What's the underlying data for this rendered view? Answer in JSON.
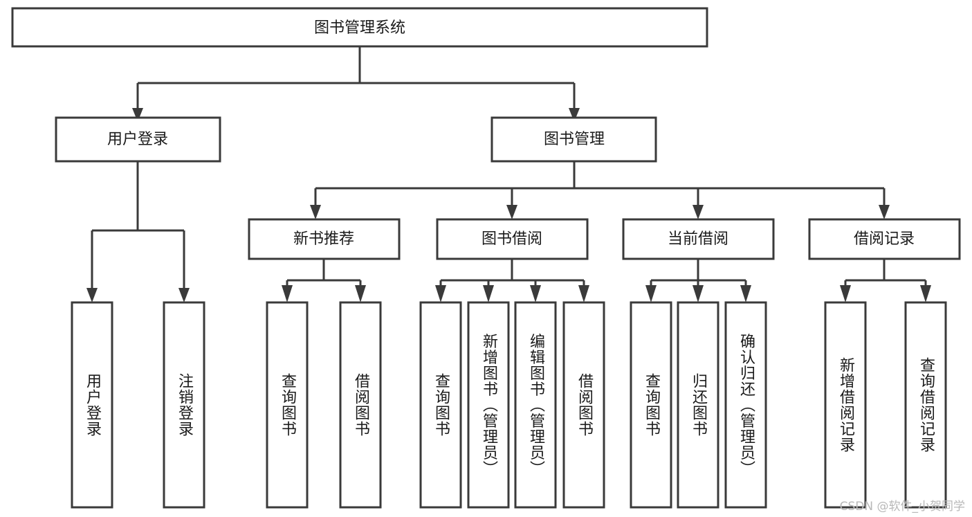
{
  "diagram": {
    "title_node": {
      "label": "图书管理系统"
    },
    "level2": [
      {
        "label": "用户登录"
      },
      {
        "label": "图书管理"
      }
    ],
    "level3": [
      {
        "label": "新书推荐"
      },
      {
        "label": "图书借阅"
      },
      {
        "label": "当前借阅"
      },
      {
        "label": "借阅记录"
      }
    ],
    "leaves": {
      "user_login": [
        {
          "label": "用户登录"
        },
        {
          "label": "注销登录"
        }
      ],
      "new_book_recommend": [
        {
          "label": "查询图书"
        },
        {
          "label": "借阅图书"
        }
      ],
      "book_borrow": [
        {
          "label": "查询图书"
        },
        {
          "label": "新增图书（管理员）"
        },
        {
          "label": "编辑图书（管理员）"
        },
        {
          "label": "借阅图书"
        }
      ],
      "current_borrow": [
        {
          "label": "查询图书"
        },
        {
          "label": "归还图书"
        },
        {
          "label": "确认归还（管理员）"
        }
      ],
      "borrow_record": [
        {
          "label": "新增借阅记录"
        },
        {
          "label": "查询借阅记录"
        }
      ]
    }
  },
  "watermark": {
    "text": "CSDN @软件_小贺同学"
  },
  "colors": {
    "stroke": "#3a3a3a",
    "box_fill": "#ffffff",
    "text": "#1a1a1a",
    "watermark": "#b8b8b8",
    "background": "#ffffff"
  }
}
